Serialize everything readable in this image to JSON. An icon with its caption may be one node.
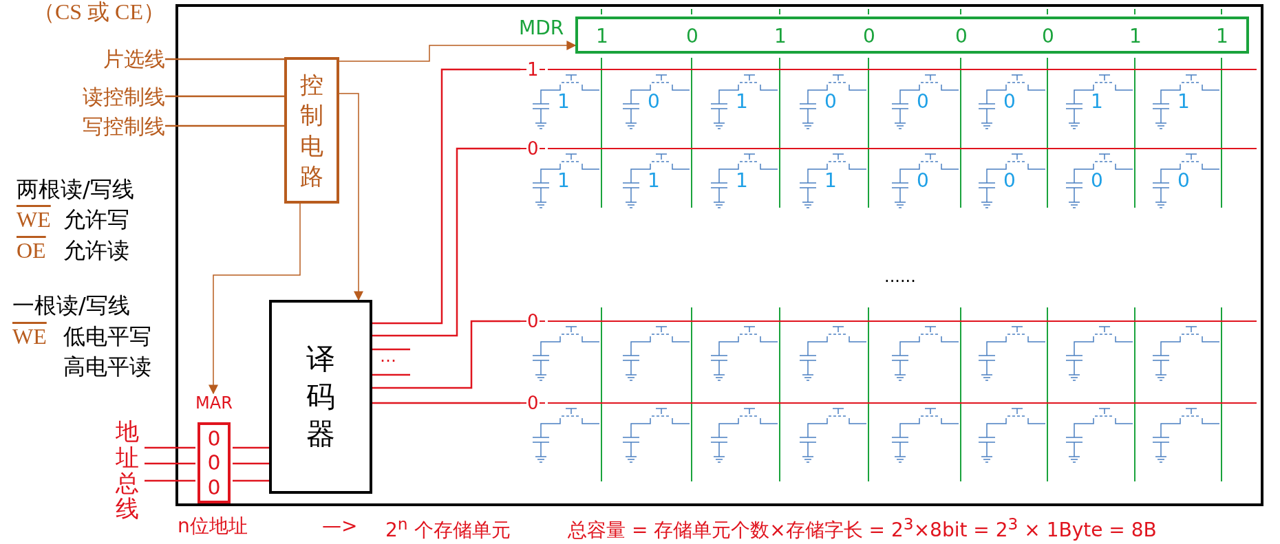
{
  "diagram": {
    "nodes": [
      {
        "text": [
          "片选线"
        ],
        "beside": [
          "（CS 或 CE）"
        ]
      },
      {
        "text": [
          "读控制线"
        ]
      },
      {
        "text": [
          "写控制线"
        ]
      },
      {
        "text": [
          "控制电路"
        ]
      },
      {
        "text": [
          "MDR",
          "1",
          "0",
          "1",
          "0",
          "0",
          "0",
          "1",
          "1"
        ]
      },
      {
        "text": [
          "1"
        ]
      },
      {
        "text": [
          "0"
        ]
      },
      {
        "text": [
          "0"
        ]
      },
      {
        "text": [
          "0"
        ]
      },
      {
        "text": [
          "译码器"
        ]
      },
      {
        "text": [
          "MAR",
          "0",
          "0",
          "0"
        ]
      },
      {
        "text": [
          "地址总线"
        ]
      }
    ],
    "edges": [
      {
        "from": 0,
        "to": 3,
        "arrow": "none",
        "color": "#b85c1e"
      },
      {
        "from": 1,
        "to": 3,
        "arrow": "none",
        "color": "#b85c1e"
      },
      {
        "from": 2,
        "to": 3,
        "arrow": "none",
        "color": "#b85c1e"
      },
      {
        "from": 3,
        "to": 4,
        "arrow": "to",
        "color": "#b85c1e"
      },
      {
        "from": 3,
        "to": 9,
        "arrow": "to",
        "color": "#b85c1e"
      },
      {
        "from": 3,
        "to": 10,
        "arrow": "to",
        "color": "#b85c1e"
      },
      {
        "from": 9,
        "to": 5,
        "arrow": "none"
      },
      {
        "from": 9,
        "to": 6,
        "arrow": "none"
      },
      {
        "from": 9,
        "to": null,
        "arrow": "none"
      },
      {
        "from": 9,
        "to": null,
        "arrow": "none"
      },
      {
        "from": 9,
        "to": 7,
        "arrow": "none"
      },
      {
        "from": 9,
        "to": 8,
        "arrow": "none"
      },
      {
        "from": 11,
        "to": 10,
        "arrow": "none"
      },
      {
        "from": 11,
        "to": 10,
        "arrow": "none"
      },
      {
        "from": 11,
        "to": 10,
        "arrow": "none"
      },
      {
        "from": 10,
        "to": 9,
        "arrow": "none"
      },
      {
        "from": 10,
        "to": 9,
        "arrow": "none"
      },
      {
        "from": 10,
        "to": 9,
        "arrow": "none"
      }
    ],
    "labels": [
      "两根读/写线",
      "WE",
      "允许写",
      "OE",
      "允许读",
      "一根读/写线",
      "WE",
      "低电平写",
      "高电平读",
      "…",
      "1",
      "0",
      "1",
      "0",
      "0",
      "0",
      "1",
      "1",
      "1",
      "1",
      "1",
      "1",
      "0",
      "0",
      "0",
      "0",
      "......",
      "n位地址",
      "—>",
      "2$^{n}$ 个存储单元",
      "总容量 = 存储单元个数×存储字长 = 2$^{3}$×8bit = 2$^{3}$ × 1Byte = 8B"
    ]
  }
}
